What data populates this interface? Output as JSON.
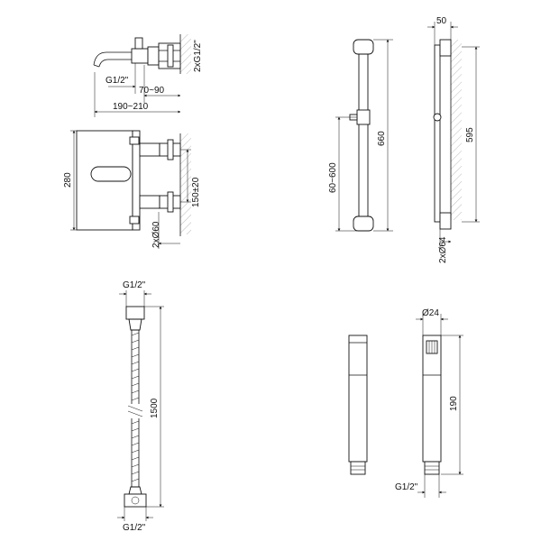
{
  "diagram": {
    "mixer": {
      "outlet_thread": "G1/2\"",
      "wall_connections": "2xG1/2\"",
      "depth": "70~90",
      "width": "190~210",
      "height": "280",
      "spacing": "150±20",
      "rosette_diameter": "2xØ60"
    },
    "rail": {
      "bracket_offset": "50",
      "adjustable_height": "60~600",
      "total_length": "660",
      "fixing_distance": "595",
      "rosette_diameter": "2xØ64"
    },
    "hose": {
      "top_thread": "G1/2\"",
      "length": "1500",
      "bottom_thread": "G1/2\""
    },
    "hand_shower": {
      "diameter": "Ø24",
      "length": "190",
      "thread": "G1/2\""
    }
  }
}
